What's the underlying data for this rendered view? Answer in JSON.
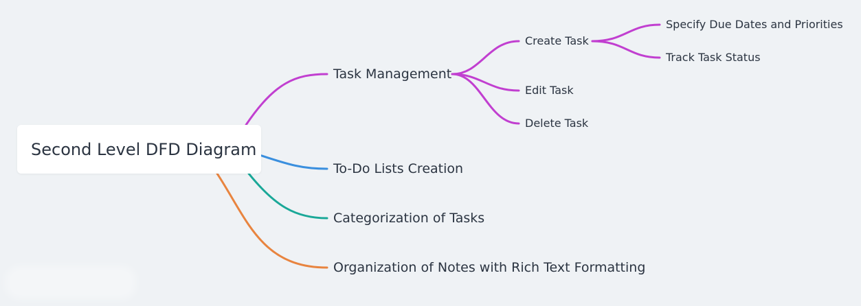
{
  "diagram": {
    "root": {
      "label": "Second Level DFD Diagram"
    },
    "branches": [
      {
        "label": "Task Management",
        "color": "#c13fd0",
        "children": [
          {
            "label": "Create Task",
            "children": [
              {
                "label": "Specify Due Dates and Priorities"
              },
              {
                "label": "Track Task Status"
              }
            ]
          },
          {
            "label": "Edit Task"
          },
          {
            "label": "Delete Task"
          }
        ]
      },
      {
        "label": "To-Do Lists Creation",
        "color": "#3a8fde"
      },
      {
        "label": "Categorization of Tasks",
        "color": "#1aa898"
      },
      {
        "label": "Organization of Notes with Rich Text Formatting",
        "color": "#e8843f"
      }
    ]
  }
}
